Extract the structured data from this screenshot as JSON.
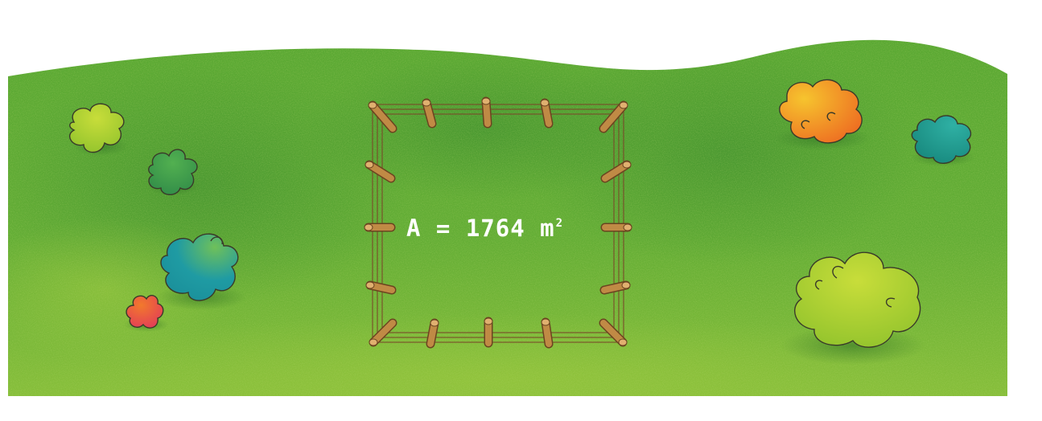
{
  "area_label": {
    "text": "A = 1764 m",
    "exponent": "2"
  },
  "colors": {
    "grass": "#5fab34",
    "grass_dark": "#3f8f2c",
    "grass_light": "#8cc23a",
    "post": "#c08a45",
    "wire": "#7a4a2a",
    "label_text": "#ffffff"
  },
  "bushes": [
    {
      "name": "bush-lime-small",
      "color": "#b9d63a"
    },
    {
      "name": "bush-green-small",
      "color": "#3f9a4a"
    },
    {
      "name": "bush-teal",
      "color": "#1f9aa0"
    },
    {
      "name": "bush-red",
      "color": "#e0484a"
    },
    {
      "name": "bush-orange",
      "color": "#f2a22a"
    },
    {
      "name": "bush-teal-right",
      "color": "#1f8f86"
    },
    {
      "name": "bush-lime-large",
      "color": "#9ccc2e"
    }
  ]
}
